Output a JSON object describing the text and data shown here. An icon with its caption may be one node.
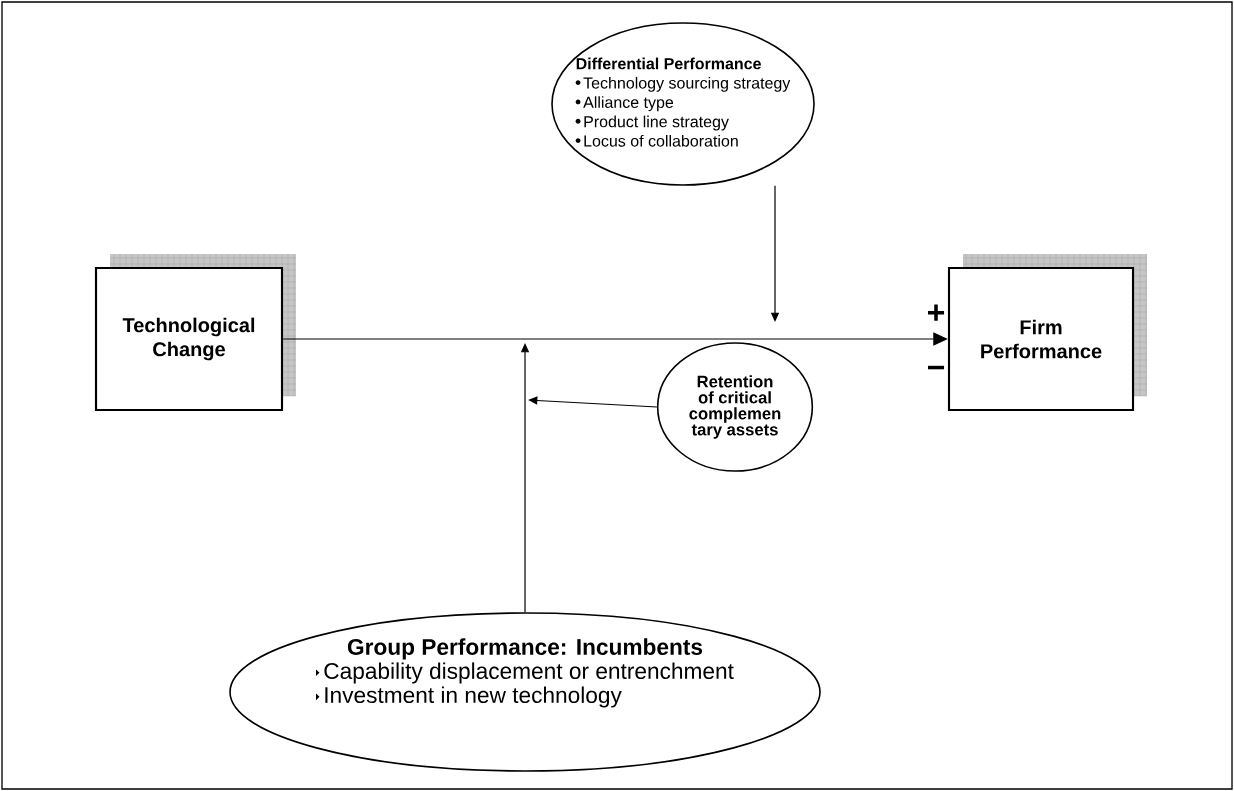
{
  "diagram": {
    "nodes": [
      {
        "text": [
          "Technological Change"
        ]
      },
      {
        "text": [
          "Firm Performance"
        ]
      },
      {
        "text": [
          "Differential Performance",
          "Technology sourcing strategy",
          "Alliance type",
          "Product line strategy",
          "Locus of collaboration"
        ]
      },
      {
        "text": [
          "Retention of critical complemen tary assets"
        ]
      },
      {
        "text": [
          "Group Performance: Incumbents",
          "Capability displacement or entrenchment",
          "Investment in new technology"
        ]
      }
    ],
    "edges": [
      {
        "from": 0,
        "to": 1,
        "arrow": "to"
      },
      {
        "from": 2,
        "to": null,
        "arrow": "to"
      },
      {
        "from": 3,
        "to": null,
        "arrow": "to"
      },
      {
        "from": 4,
        "to": null,
        "arrow": "to"
      }
    ],
    "labels": [
      "+",
      "−"
    ]
  }
}
